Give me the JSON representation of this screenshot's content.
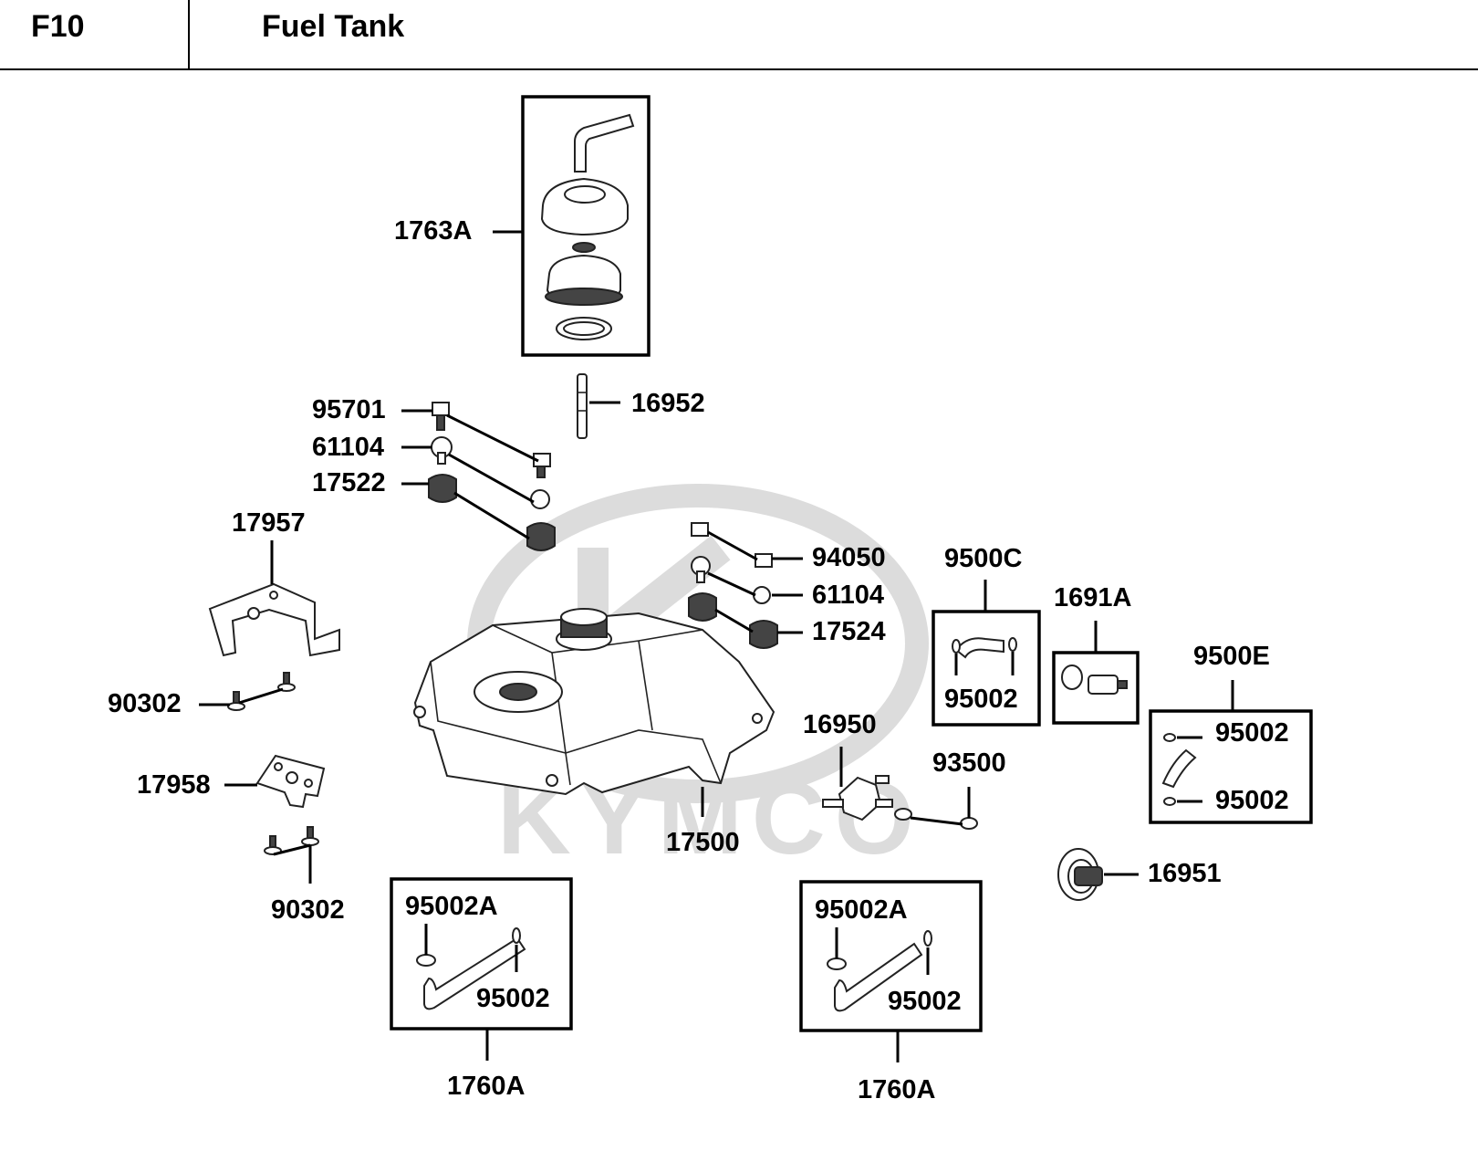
{
  "header": {
    "code": "F10",
    "title": "Fuel Tank"
  },
  "watermark": {
    "text": "KYMCO"
  },
  "parts": {
    "p1763A": "1763A",
    "p16952": "16952",
    "p95701": "95701",
    "p61104a": "61104",
    "p17522": "17522",
    "p17957": "17957",
    "p90302a": "90302",
    "p17958": "17958",
    "p90302b": "90302",
    "p94050": "94050",
    "p61104b": "61104",
    "p17524": "17524",
    "p9500C": "9500C",
    "p95002_c": "95002",
    "p1691A": "1691A",
    "p9500E": "9500E",
    "p95002_e1": "95002",
    "p95002_e2": "95002",
    "p16950": "16950",
    "p93500": "93500",
    "p17500": "17500",
    "p16951": "16951",
    "p95002A_l": "95002A",
    "p95002_l": "95002",
    "p1760A_l": "1760A",
    "p95002A_r": "95002A",
    "p95002_r": "95002",
    "p1760A_r": "1760A"
  }
}
